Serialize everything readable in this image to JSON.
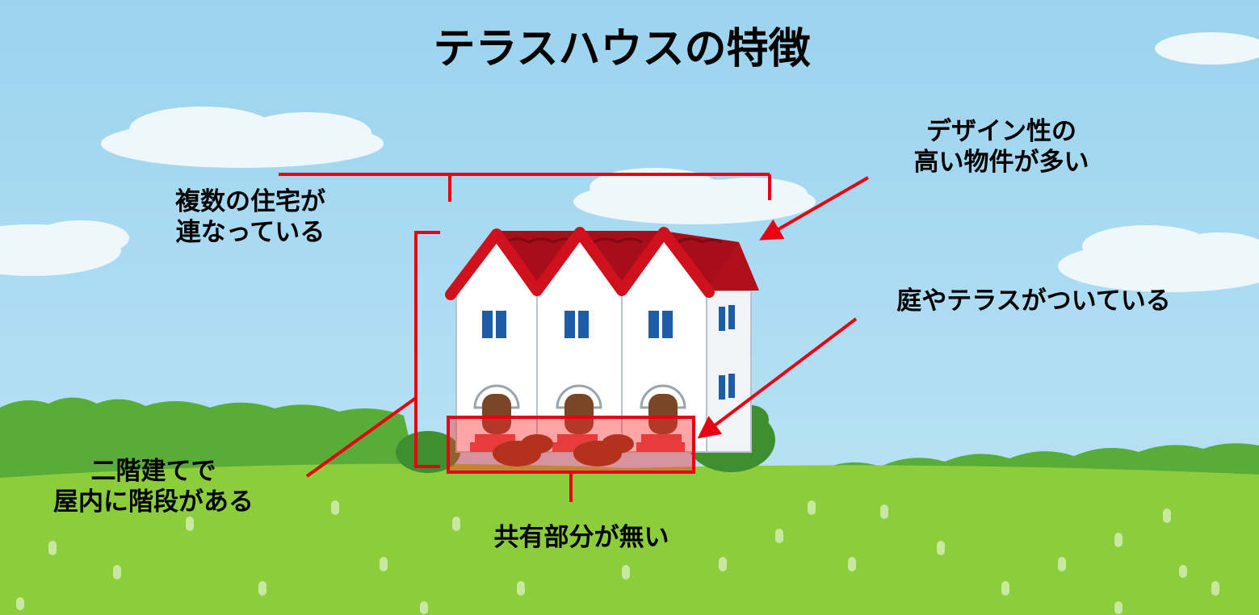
{
  "title": "テラスハウスの特徴",
  "annotations": {
    "design": [
      "デザイン性の",
      "高い物件が多い"
    ],
    "multiple_units": [
      "複数の住宅が",
      "連なっている"
    ],
    "garden_terrace": [
      "庭やテラスがついている"
    ],
    "two_story": [
      "二階建てで",
      "屋内に階段がある"
    ],
    "no_shared": [
      "共有部分が無い"
    ]
  },
  "colors": {
    "sky": "#a9dcf2",
    "grass": "#8ccd3c",
    "hedge": "#58ac38",
    "roof": "#c8121e",
    "wall": "#ffffff",
    "window": "#1e5ca8",
    "door": "#7a4626",
    "step": "#d84a4a",
    "annotation": "#e60012"
  },
  "icons": [
    "cloud-icon",
    "terrace-house-icon",
    "bush-icon",
    "arrow-icon"
  ]
}
